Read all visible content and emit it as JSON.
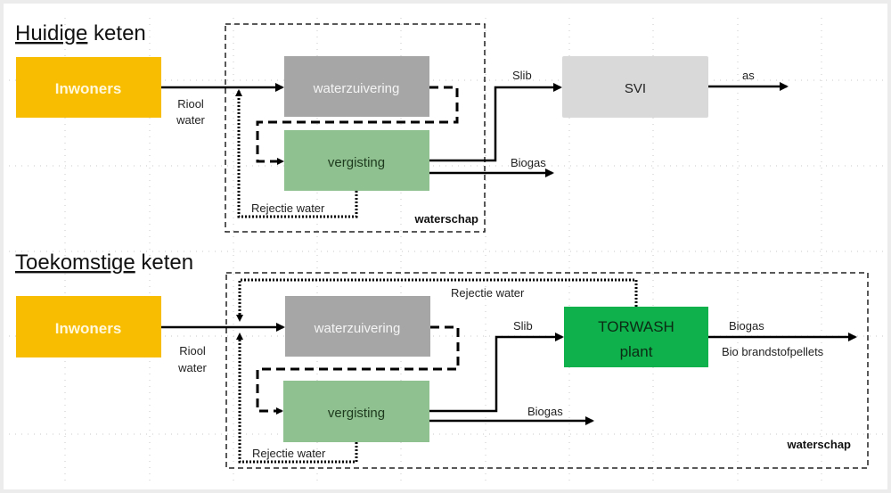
{
  "sections": {
    "current": {
      "title_underlined": "Huidige",
      "title_rest": " keten",
      "inwoners": "Inwoners",
      "riool_line1": "Riool",
      "riool_line2": "water",
      "waterzuivering": "waterzuivering",
      "vergisting": "vergisting",
      "rejectie": "Rejectie water",
      "waterschap": "waterschap",
      "slib": "Slib",
      "svi": "SVI",
      "as": "as",
      "biogas": "Biogas"
    },
    "future": {
      "title_underlined": "Toekomstige",
      "title_rest": " keten",
      "inwoners": "Inwoners",
      "riool_line1": "Riool",
      "riool_line2": "water",
      "waterzuivering": "waterzuivering",
      "vergisting": "vergisting",
      "rejectie_bottom": "Rejectie water",
      "rejectie_top": "Rejectie water",
      "waterschap": "waterschap",
      "slib": "Slib",
      "torwash_line1": "TORWASH",
      "torwash_line2": "plant",
      "biogas_out": "Biogas",
      "pellets": "Bio brandstofpellets",
      "biogas": "Biogas"
    }
  },
  "colors": {
    "inwoners": "#f8bd00",
    "waterzuivering": "#a6a6a6",
    "vergisting": "#8fc08f",
    "svi": "#d9d9d9",
    "torwash": "#0eb14c"
  }
}
